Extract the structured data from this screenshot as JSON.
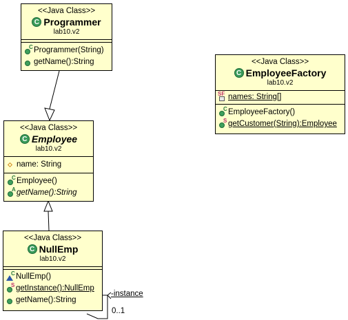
{
  "classes": {
    "programmer": {
      "stereotype": "<<Java Class>>",
      "icon": "C",
      "name": "Programmer",
      "package": "lab10.v2",
      "methods": [
        {
          "text": "Programmer(String)",
          "marker": "C"
        },
        {
          "text": "getName():String",
          "marker": ""
        }
      ]
    },
    "employee_factory": {
      "stereotype": "<<Java Class>>",
      "icon": "C",
      "name": "EmployeeFactory",
      "package": "lab10.v2",
      "fields": [
        {
          "text": "names: String[]",
          "marker": "SF"
        }
      ],
      "methods": [
        {
          "text": "EmployeeFactory()",
          "marker": "C"
        },
        {
          "text": "getCustomer(String):Employee",
          "marker": "S"
        }
      ]
    },
    "employee": {
      "stereotype": "<<Java Class>>",
      "icon": "C",
      "name": "Employee",
      "package": "lab10.v2",
      "fields": [
        {
          "text": "name: String"
        }
      ],
      "methods": [
        {
          "text": "Employee()",
          "marker": "C"
        },
        {
          "text": "getName():String",
          "marker": "A"
        }
      ]
    },
    "null_emp": {
      "stereotype": "<<Java Class>>",
      "icon": "C",
      "name": "NullEmp",
      "package": "lab10.v2",
      "methods": [
        {
          "text": "NullEmp()",
          "marker": "C"
        },
        {
          "text": "getInstance():NullEmp",
          "marker": "S"
        },
        {
          "text": "getName():String",
          "marker": ""
        }
      ]
    }
  },
  "association": {
    "role": "-instance",
    "multiplicity": "0..1"
  },
  "colors": {
    "class_fill": "#ffffcc",
    "class_icon": "#3a9b5a",
    "static_marker": "#c0306a",
    "field_marker": "#d08a1a",
    "protected_marker": "#2b56a8"
  }
}
